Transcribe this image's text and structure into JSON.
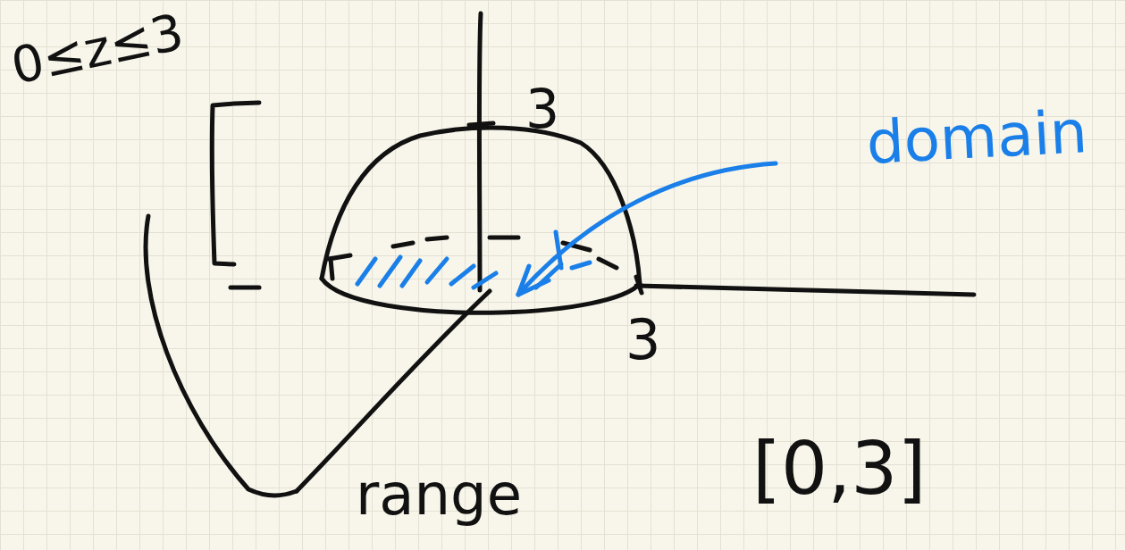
{
  "diagram": {
    "labels": [
      "0≤z≤3",
      "3",
      "3",
      "domain",
      "range",
      "[0,3]"
    ]
  }
}
